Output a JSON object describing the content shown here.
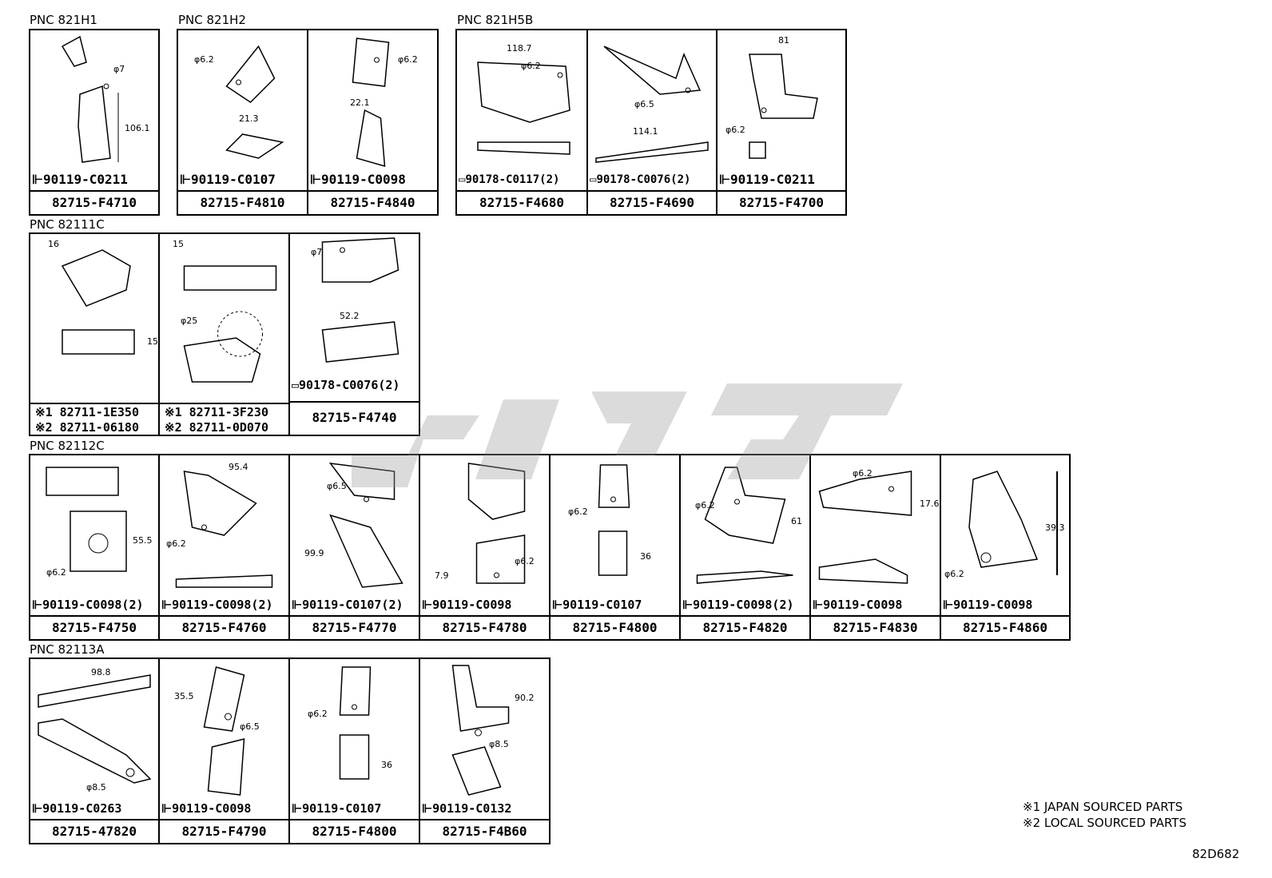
{
  "sections": [
    {
      "title": "PNC 821H1"
    },
    {
      "title": "PNC 821H2"
    },
    {
      "title": "PNC 821H5B"
    },
    {
      "title": "PNC 82111C"
    },
    {
      "title": "PNC 82112C"
    },
    {
      "title": "PNC 82113A"
    }
  ],
  "cells": [
    {
      "part": "82715-F4710",
      "fixing": "90119-C0211",
      "dims": [
        "φ7",
        "106.1"
      ]
    },
    {
      "part": "82715-F4810",
      "fixing": "90119-C0107",
      "dims": [
        "φ6.2",
        "21.3"
      ]
    },
    {
      "part": "82715-F4840",
      "fixing": "90119-C0098",
      "dims": [
        "φ6.2",
        "22.1"
      ]
    },
    {
      "part": "82715-F4680",
      "fixing": "90178-C0117(2)",
      "dims": [
        "118.7",
        "φ6.2"
      ]
    },
    {
      "part": "82715-F4690",
      "fixing": "90178-C0076(2)",
      "dims": [
        "φ6.5",
        "114.1"
      ]
    },
    {
      "part": "82715-F4700",
      "fixing": "90119-C0211",
      "dims": [
        "81",
        "φ6.2"
      ]
    },
    {
      "part_line1": "※1 82711-1E350",
      "part_line2": "※2 82711-06180",
      "dims": [
        "16",
        "15"
      ]
    },
    {
      "part_line1": "※1 82711-3F230",
      "part_line2": "※2 82711-0D070",
      "dims": [
        "15",
        "φ25"
      ]
    },
    {
      "part": "82715-F4740",
      "fixing": "90178-C0076(2)",
      "dims": [
        "φ7",
        "52.2"
      ]
    },
    {
      "part": "82715-F4750",
      "fixing": "90119-C0098(2)",
      "dims": [
        "55.5",
        "φ6.2"
      ]
    },
    {
      "part": "82715-F4760",
      "fixing": "90119-C0098(2)",
      "dims": [
        "95.4",
        "φ6.2"
      ]
    },
    {
      "part": "82715-F4770",
      "fixing": "90119-C0107(2)",
      "dims": [
        "φ6.5",
        "99.9"
      ]
    },
    {
      "part": "82715-F4780",
      "fixing": "90119-C0098",
      "dims": [
        "7.9",
        "φ6.2"
      ]
    },
    {
      "part": "82715-F4800",
      "fixing": "90119-C0107",
      "dims": [
        "φ6.2",
        "36"
      ]
    },
    {
      "part": "82715-F4820",
      "fixing": "90119-C0098(2)",
      "dims": [
        "φ6.2",
        "61"
      ]
    },
    {
      "part": "82715-F4830",
      "fixing": "90119-C0098",
      "dims": [
        "φ6.2",
        "17.6"
      ]
    },
    {
      "part": "82715-F4860",
      "fixing": "90119-C0098",
      "dims": [
        "39.3",
        "φ6.2"
      ]
    },
    {
      "part": "82715-47820",
      "fixing": "90119-C0263",
      "dims": [
        "98.8",
        "φ8.5"
      ]
    },
    {
      "part": "82715-F4790",
      "fixing": "90119-C0098",
      "dims": [
        "35.5",
        "φ6.5"
      ]
    },
    {
      "part": "82715-F4800",
      "fixing": "90119-C0107",
      "dims": [
        "φ6.2",
        "36"
      ]
    },
    {
      "part": "82715-F4B60",
      "fixing": "90119-C0132",
      "dims": [
        "90.2",
        "φ8.5"
      ]
    }
  ],
  "notes": [
    "※1 JAPAN SOURCED PARTS",
    "※2 LOCAL SOURCED PARTS"
  ],
  "diagram_code": "82D682",
  "colors": {
    "ink": "#000000",
    "watermark": "#9a9a9a"
  }
}
